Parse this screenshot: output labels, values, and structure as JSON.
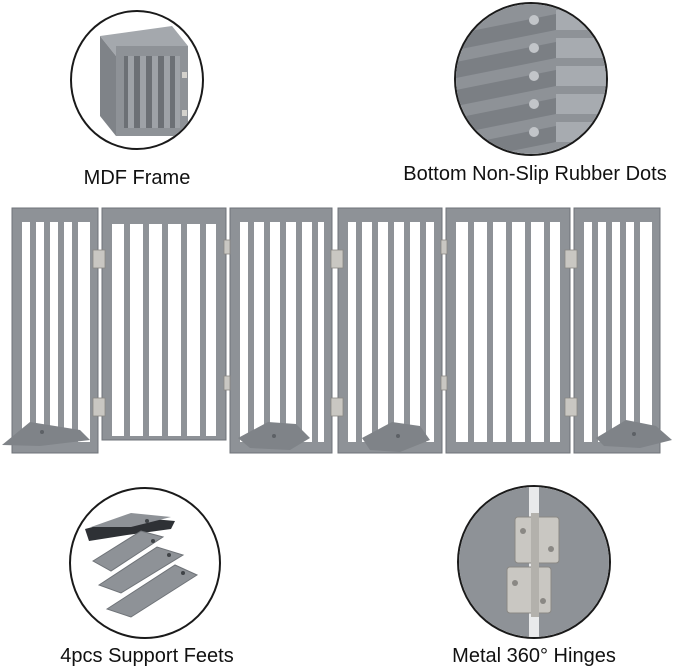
{
  "captions": {
    "top_left": "MDF Frame",
    "top_right": "Bottom Non-Slip Rubber Dots",
    "bottom_left": "4pcs Support Feets",
    "bottom_right": "Metal 360° Hinges"
  },
  "colors": {
    "gate_gray": "#8e9297",
    "gate_dark": "#6f7378",
    "gate_light": "#a9adb2",
    "circle_border": "#1a1a1a",
    "hinge_silver": "#c9c7c2"
  }
}
